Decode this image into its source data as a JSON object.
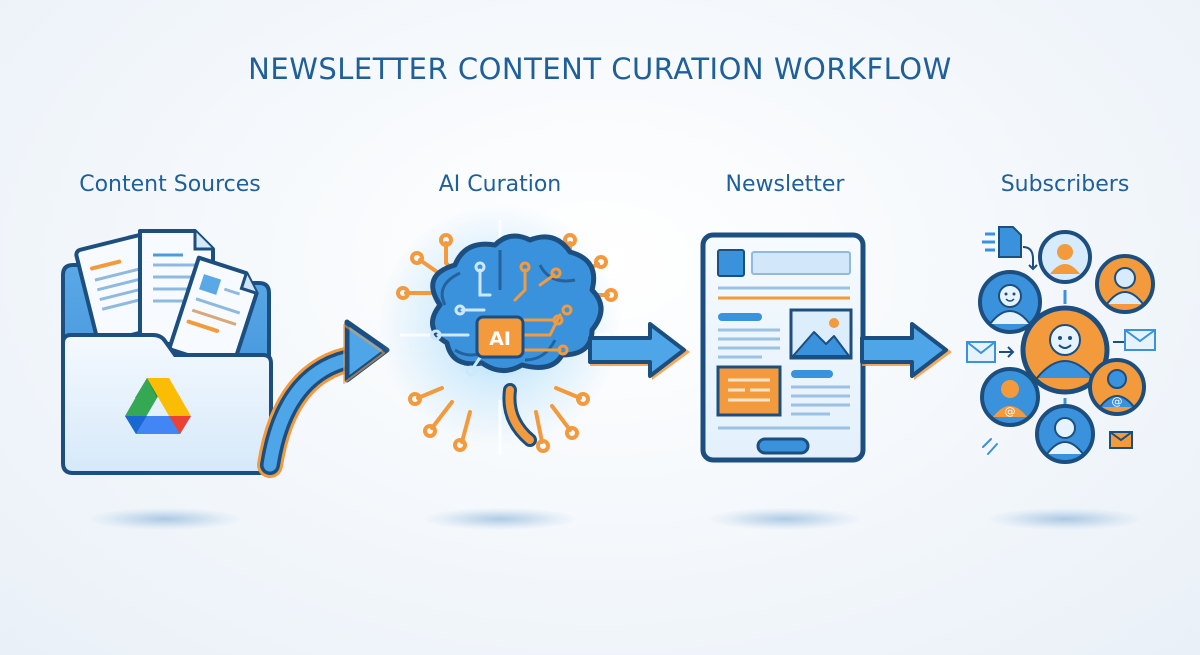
{
  "title": "NEWSLETTER CONTENT CURATION WORKFLOW",
  "colors": {
    "title": "#1f5f9a",
    "primary_blue": "#2f86d6",
    "dark_outline": "#1c4f80",
    "accent_orange": "#f39a3d",
    "light_blue": "#d8ecfb"
  },
  "stages": [
    {
      "label": "Content Sources",
      "icon": "folder-with-documents-icon",
      "badge_icon": "google-drive-icon"
    },
    {
      "label": "AI Curation",
      "icon": "ai-brain-circuit-icon",
      "badge": "AI"
    },
    {
      "label": "Newsletter",
      "icon": "newsletter-document-icon"
    },
    {
      "label": "Subscribers",
      "icon": "subscriber-network-icon"
    }
  ],
  "connectors": [
    {
      "from": "Content Sources",
      "to": "AI Curation",
      "icon": "curved-arrow-icon"
    },
    {
      "from": "AI Curation",
      "to": "Newsletter",
      "icon": "arrow-right-icon"
    },
    {
      "from": "Newsletter",
      "to": "Subscribers",
      "icon": "arrow-right-icon"
    }
  ],
  "subscriber_badges": [
    "@",
    "@"
  ]
}
